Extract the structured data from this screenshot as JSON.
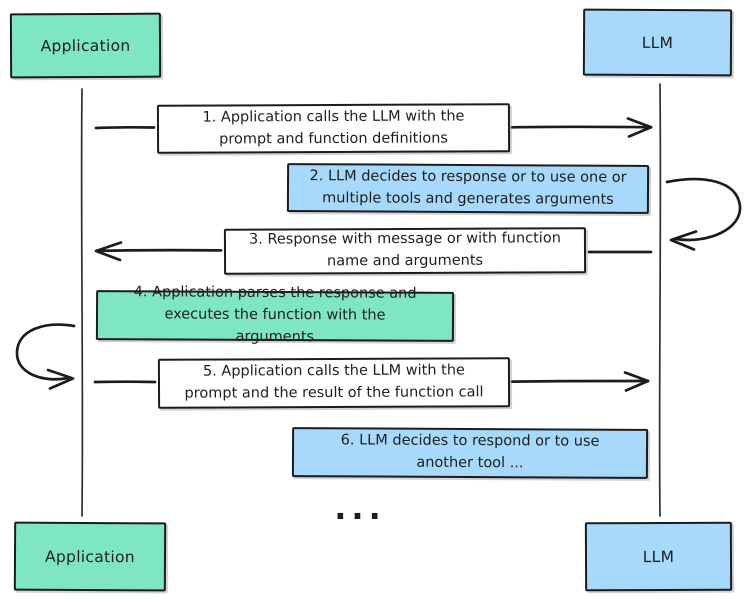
{
  "diagram_type": "sequence-diagram",
  "actors": {
    "top_left": {
      "label": "Application"
    },
    "top_right": {
      "label": "LLM"
    },
    "bottom_left": {
      "label": "Application"
    },
    "bottom_right": {
      "label": "LLM"
    }
  },
  "steps": [
    {
      "label": "1. Application calls the LLM with the prompt and function definitions",
      "fill": "white",
      "connector": "arrow-application-to-llm"
    },
    {
      "label": "2. LLM decides to response or to use one or multiple tools and generates arguments",
      "fill": "llm-blue",
      "connector": "llm-self-loop"
    },
    {
      "label": "3. Response with message or with function name and arguments",
      "fill": "white",
      "connector": "arrow-llm-to-application"
    },
    {
      "label": "4. Application parses the response and executes the function with the arguments",
      "fill": "application-teal",
      "connector": "application-self-loop"
    },
    {
      "label": "5. Application calls the LLM with the prompt and the result of the function call",
      "fill": "white",
      "connector": "arrow-application-to-llm"
    },
    {
      "label": "6. LLM decides to respond or to use another tool ...",
      "fill": "llm-blue",
      "connector": "none"
    }
  ],
  "ellipsis": "...",
  "colors": {
    "application_fill": "#7fe6c5",
    "llm_fill": "#a6d9fb",
    "message_fill": "#ffffff",
    "stroke": "#1e1e1e",
    "background": "#ffffff"
  }
}
